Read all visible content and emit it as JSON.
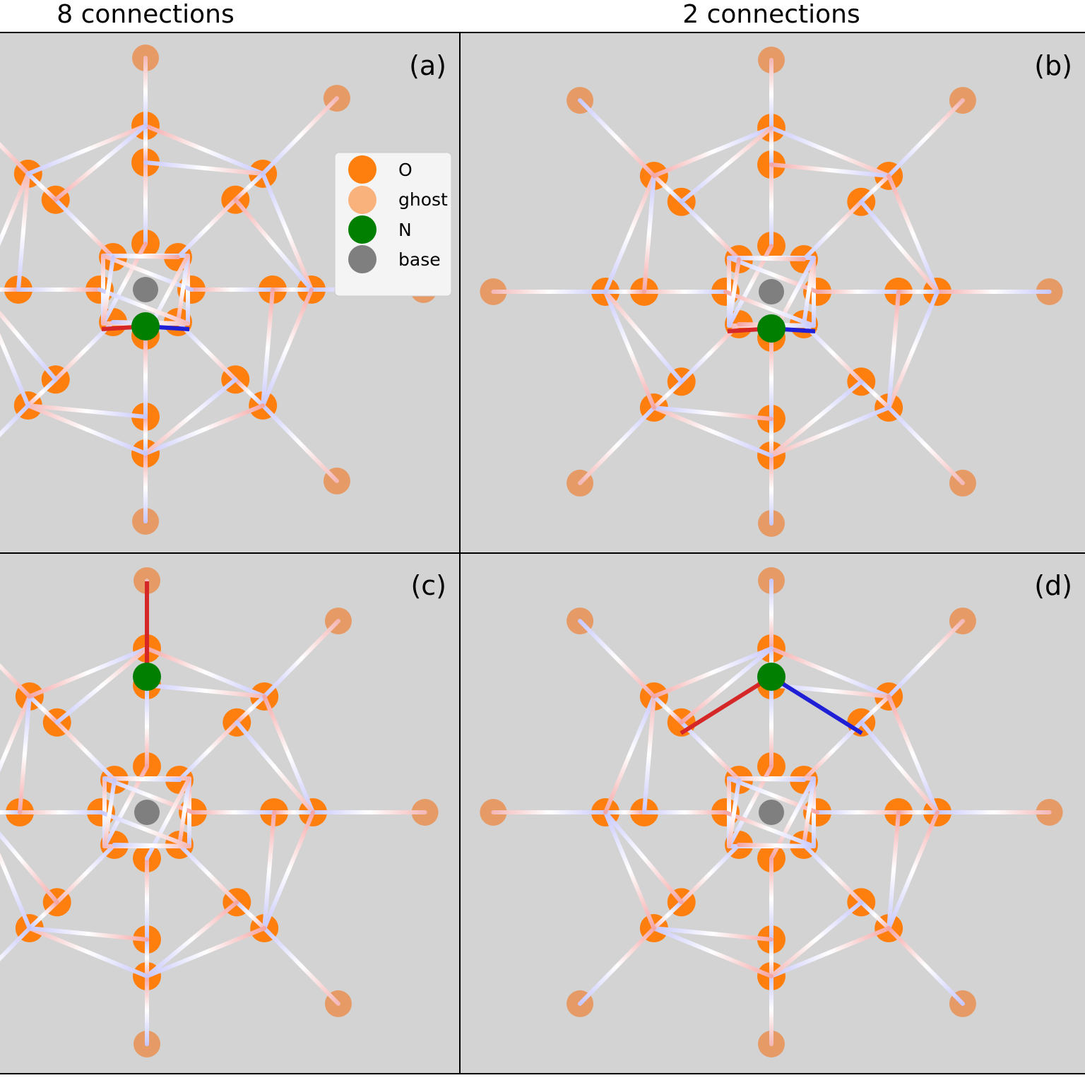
{
  "columns": [
    {
      "title": "8 connections"
    },
    {
      "title": "2 connections"
    }
  ],
  "panels": [
    {
      "label": "(a)",
      "n_site": "inner-bottom"
    },
    {
      "label": "(b)",
      "n_site": "inner-bottom"
    },
    {
      "label": "(c)",
      "n_site": "outer-top"
    },
    {
      "label": "(d)",
      "n_site": "outer-top"
    }
  ],
  "legend": {
    "items": [
      {
        "label": "O",
        "color": "#ff7f0e"
      },
      {
        "label": "ghost",
        "color": "#f9b27c"
      },
      {
        "label": "N",
        "color": "#007f00"
      },
      {
        "label": "base",
        "color": "#7f7f7f"
      }
    ]
  },
  "colors": {
    "panel_background": "#d3d3d3",
    "O": "#ff7f0e",
    "ghost": "#e8955a",
    "N": "#007f00",
    "base": "#7f7f7f",
    "bond_positive": "#d62728",
    "bond_negative": "#1f1fd6",
    "bond_neutral": "#ffffff"
  }
}
